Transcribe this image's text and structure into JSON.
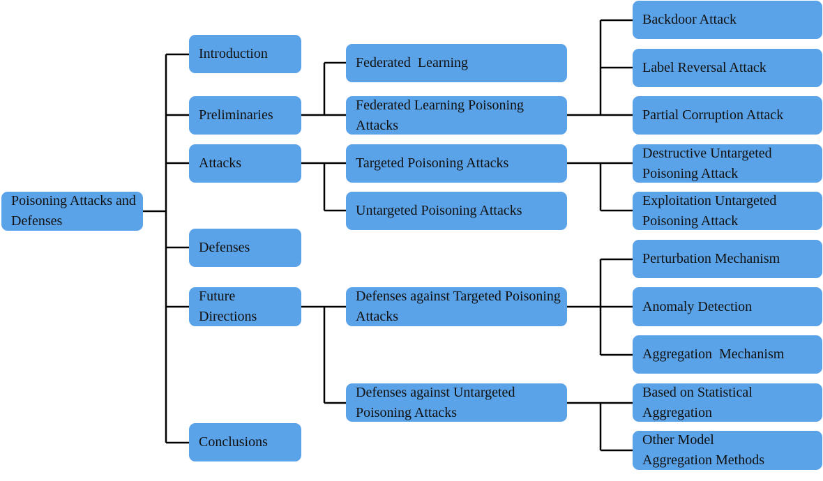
{
  "diagram": {
    "colors": {
      "node_fill": "#5ba3e8",
      "line": "#000000",
      "text": "#111111"
    },
    "nodes": {
      "root": "Poisoning Attacks and Defenses",
      "intro": "Introduction",
      "prelim": "Preliminaries",
      "attacks": "Attacks",
      "defenses": "Defenses",
      "future": "Future Directions",
      "conclusions": "Conclusions",
      "fl": "Federated  Learning",
      "flpa": "Federated Learning Poisoning Attacks",
      "tpa": "Targeted Poisoning Attacks",
      "upa": "Untargeted Poisoning Attacks",
      "dtpa": "Defenses against Targeted Poisoning Attacks",
      "dupa": "Defenses against Untargeted Poisoning Attacks",
      "backdoor": "Backdoor Attack",
      "label_rev": "Label Reversal Attack",
      "partial": "Partial Corruption Attack",
      "destructive": "Destructive Untargeted Poisoning Attack",
      "exploitation": "Exploitation Untargeted Poisoning Attack",
      "perturbation": "Perturbation Mechanism",
      "anomaly": "Anomaly Detection",
      "aggregation": "Aggregation  Mechanism",
      "statistical": "Based on Statistical Aggregation",
      "other_model": "Other Model Aggregation Methods"
    }
  }
}
